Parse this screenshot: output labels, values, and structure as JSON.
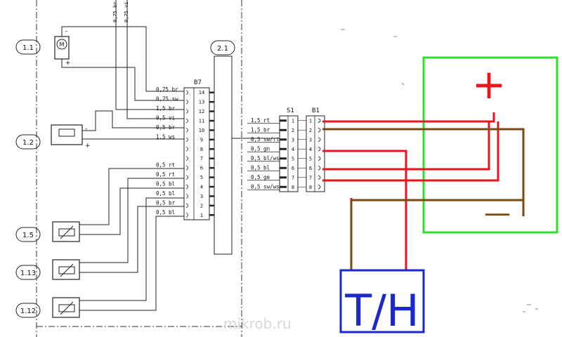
{
  "components": {
    "c11": "1.1",
    "c12": "1.2",
    "c15": "1.5",
    "c113": "1.13",
    "c112": "1.12",
    "c21": "2.1"
  },
  "polarity": {
    "minus": "-",
    "plus": "+"
  },
  "top_wire_labels": [
    "0,75 br",
    "0,75 vi"
  ],
  "b7": {
    "label": "B7",
    "pin_numbers": [
      "14",
      "13",
      "12",
      "11",
      "10",
      "9",
      "8",
      "7",
      "6",
      "5",
      "4",
      "3",
      "2",
      "1"
    ],
    "wire_labels": [
      "0,75 br",
      "0,75 sw",
      "1,5 br",
      "0,5 vi",
      "0,5 br",
      "1,5 ws",
      "",
      "",
      "0,5 rt",
      "0,5 rt",
      "0,5 bl",
      "0,5 bl",
      "0,5 br",
      "0,5 bl"
    ]
  },
  "s1": {
    "label": "S1",
    "pin_numbers": [
      "1",
      "2",
      "3",
      "4",
      "5",
      "6",
      "7",
      "8"
    ],
    "wire_labels": [
      "1,5 rt",
      "1,5 br",
      "0,5 sw/rt",
      "0,5 gn",
      "0,5 bl/ws",
      "0,5 bl",
      "0,5 ge",
      "0,5 sw/ws"
    ]
  },
  "b1": {
    "label": "B1",
    "pin_numbers": [
      "1",
      "2",
      "3",
      "4",
      "5",
      "6",
      "7",
      "8"
    ]
  },
  "overlay": {
    "plus_sign": "+",
    "minus_sign": "—",
    "box_label": "T/H",
    "colors": {
      "green": "#2ee02e",
      "red": "#e8141e",
      "brown": "#7a4a12",
      "blue": "#1c28c8"
    }
  },
  "watermark": "mikrob.ru"
}
